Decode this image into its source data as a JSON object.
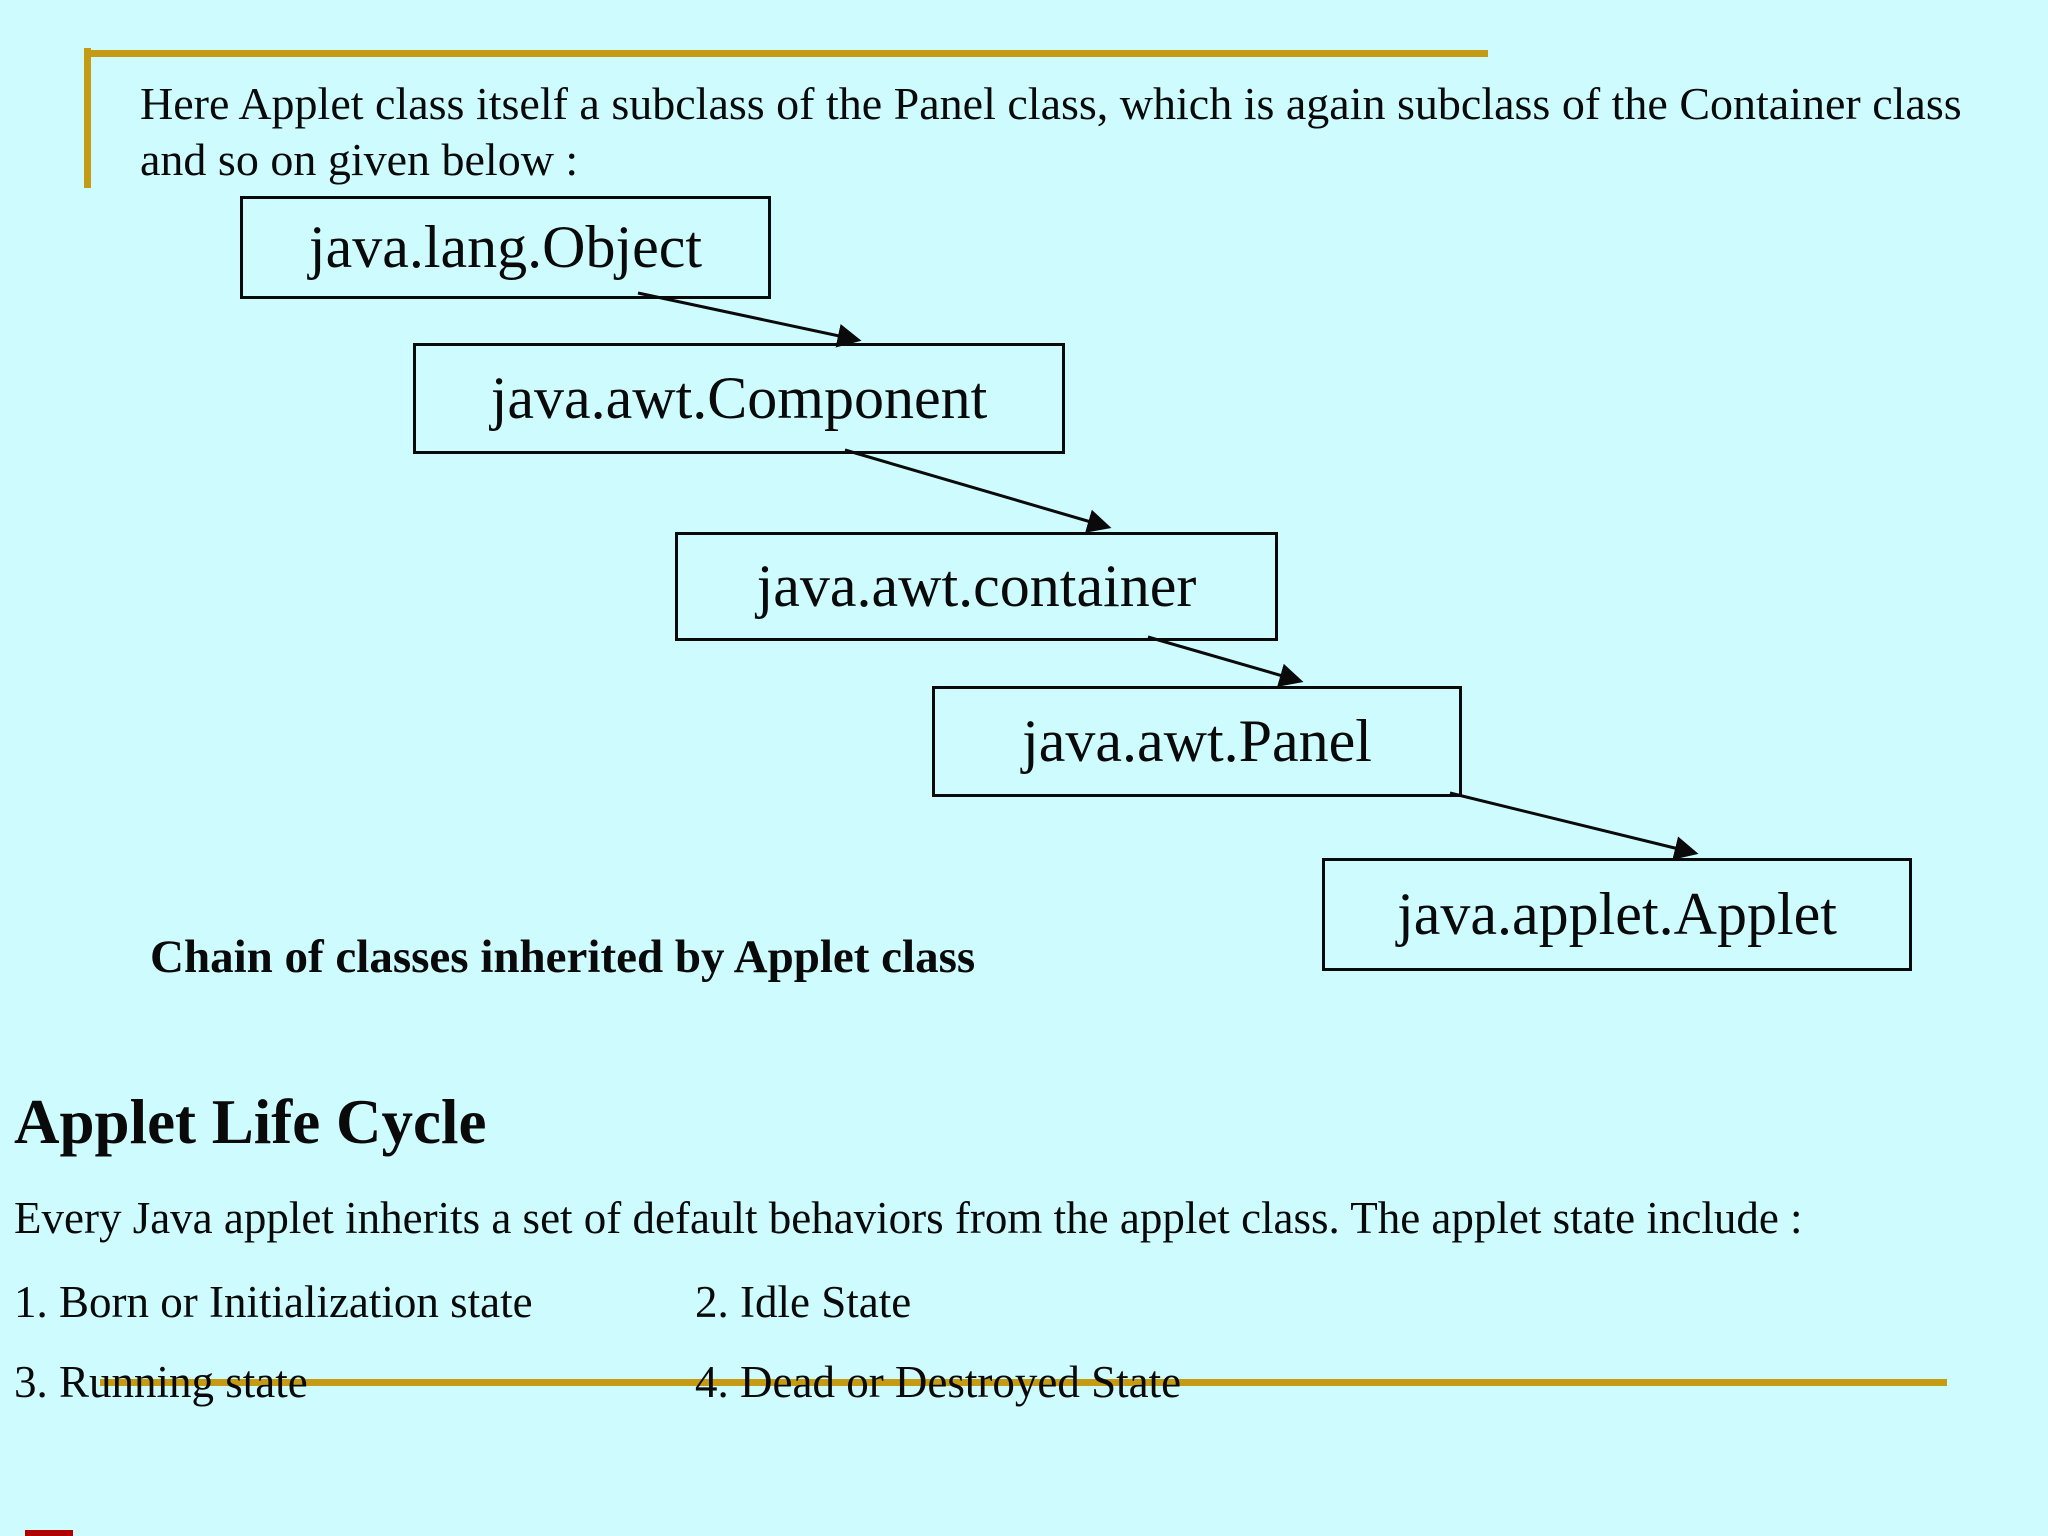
{
  "page": {
    "background_color": "#CEFCFE",
    "accent_gold_color": "#C49B12",
    "text_color": "#0a0a0a",
    "progress_red_color": "#B00000"
  },
  "intro": {
    "text": "Here Applet class itself a subclass of the Panel class, which is again subclass of the Container class and so on given below :"
  },
  "diagram": {
    "caption": "Chain of classes inherited by Applet class",
    "boxes": [
      {
        "label": "java.lang.Object"
      },
      {
        "label": "java.awt.Component"
      },
      {
        "label": "java.awt.container"
      },
      {
        "label": "java.awt.Panel"
      },
      {
        "label": "java.applet.Applet"
      }
    ]
  },
  "section": {
    "heading": "Applet Life Cycle",
    "body": "Every Java applet inherits a set of default behaviors from the applet class. The applet state include :",
    "states": [
      {
        "label": "1. Born or Initialization state"
      },
      {
        "label": "2. Idle State"
      },
      {
        "label": "3. Running state"
      },
      {
        "label": "4. Dead or Destroyed State"
      }
    ]
  }
}
